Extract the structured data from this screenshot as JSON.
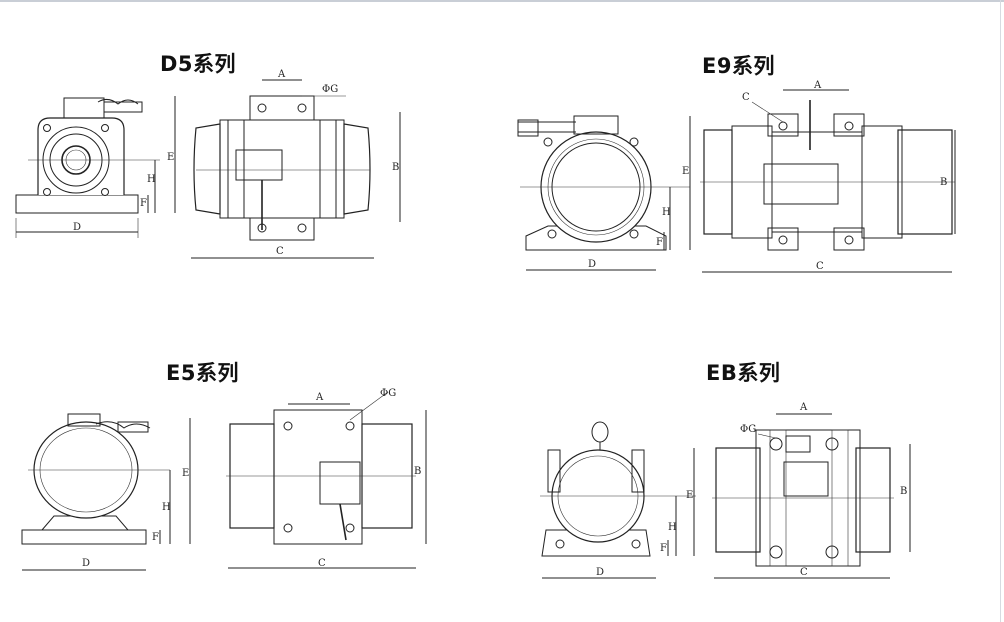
{
  "sections": [
    {
      "title": "D5系列"
    },
    {
      "title": "E9系列"
    },
    {
      "title": "E5系列"
    },
    {
      "title": "EB系列"
    }
  ],
  "dims": {
    "A": "A",
    "B": "B",
    "C": "C",
    "D": "D",
    "E": "E",
    "F": "F",
    "H": "H",
    "G": "ΦG"
  }
}
